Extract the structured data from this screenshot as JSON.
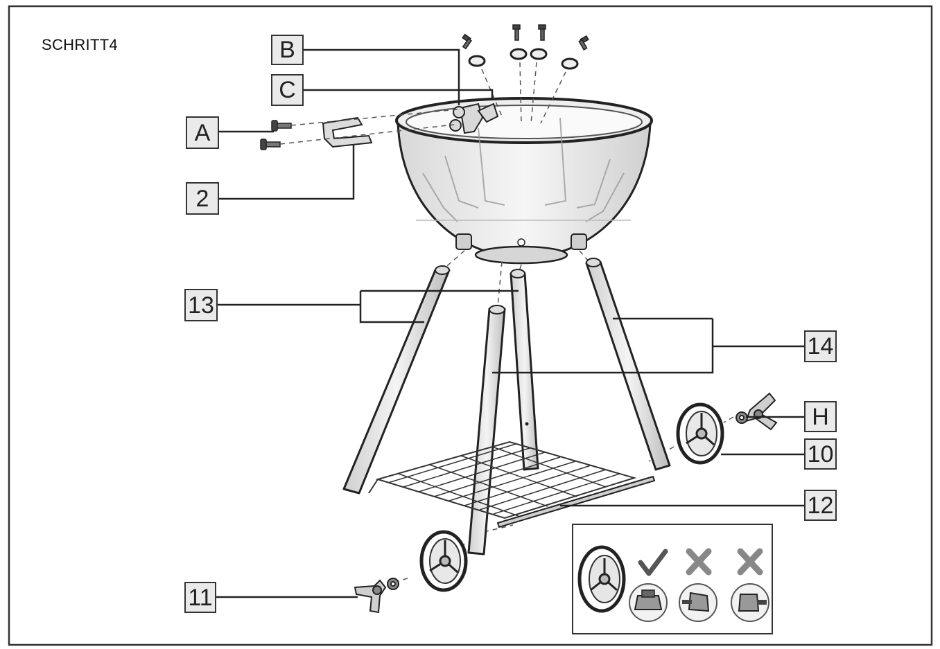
{
  "title": "SCHRITT4",
  "callouts": {
    "a": "A",
    "b": "B",
    "c": "C",
    "n2": "2",
    "n13": "13",
    "n14": "14",
    "h": "H",
    "n10": "10",
    "n12": "12",
    "n11": "11"
  },
  "inset": {
    "correct_mark": "check-icon",
    "wrong_mark": "cross-icon"
  }
}
